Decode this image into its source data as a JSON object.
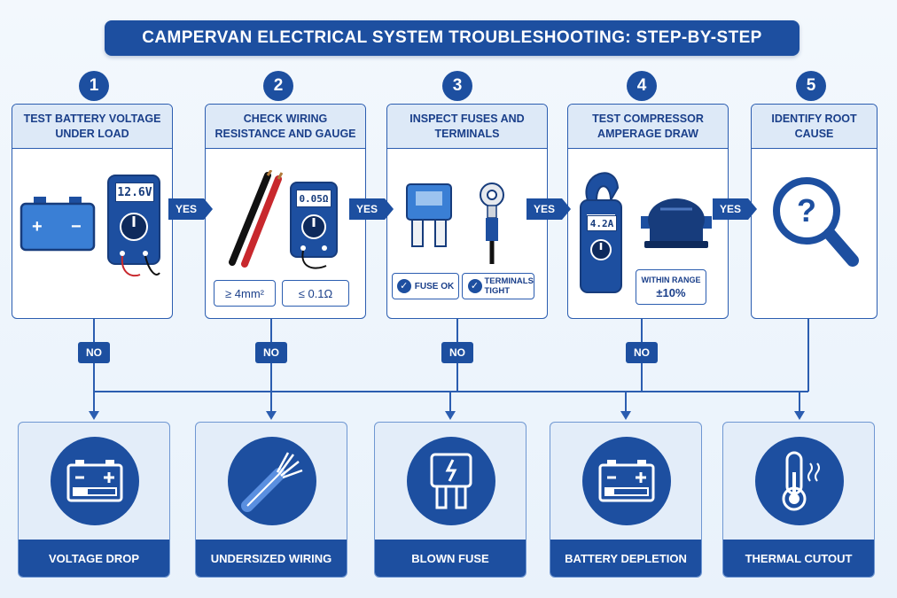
{
  "title": "CAMPERVAN ELECTRICAL SYSTEM TROUBLESHOOTING: STEP-BY-STEP",
  "yes_label": "YES",
  "no_label": "NO",
  "steps": [
    {
      "number": "1",
      "title": "Test Battery Voltage Under Load",
      "reading": "12.6V",
      "icon": "battery-and-multimeter"
    },
    {
      "number": "2",
      "title": "Check Wiring Resistance and Gauge",
      "reading": "0.05Ω",
      "spec_gauge": "≥ 4mm²",
      "spec_resistance": "≤ 0.1Ω",
      "icon": "wires-and-ohmmeter"
    },
    {
      "number": "3",
      "title": "Inspect Fuses and Terminals",
      "check_fuse": "FUSE OK",
      "check_terminals": "TERMINALS TIGHT",
      "icon": "fuse-and-ring-terminal"
    },
    {
      "number": "4",
      "title": "Test Compressor Amperage Draw",
      "reading": "4.2A",
      "range_label": "WITHIN RANGE",
      "range_value": "±10%",
      "icon": "clamp-meter-and-compressor"
    },
    {
      "number": "5",
      "title": "Identify Root Cause",
      "icon": "magnifier-question-icon"
    }
  ],
  "causes": [
    {
      "label": "Voltage Drop",
      "icon": "low-battery-icon"
    },
    {
      "label": "Undersized Wiring",
      "icon": "cable-icon"
    },
    {
      "label": "Blown Fuse",
      "icon": "blown-fuse-icon"
    },
    {
      "label": "Battery Depletion",
      "icon": "empty-battery-icon"
    },
    {
      "label": "Thermal Cutout",
      "icon": "thermometer-icon"
    }
  ],
  "colors": {
    "primary": "#1d4fa0",
    "header_bg": "#dde9f7",
    "cause_bg": "#e3edf9",
    "background": "#eef5fc",
    "wire_red": "#c8282d"
  }
}
